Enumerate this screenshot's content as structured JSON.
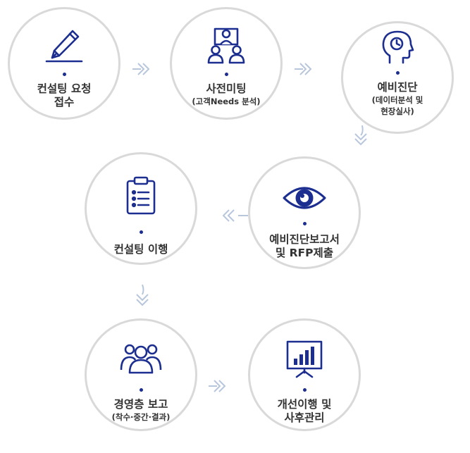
{
  "steps": [
    {
      "line1": "컨설팅 요청",
      "line2": "접수",
      "icon": "pen-nib-icon"
    },
    {
      "line1": "사전미팅",
      "sub": "(고객Needs 분석)",
      "icon": "meeting-people-icon"
    },
    {
      "line1": "예비진단",
      "sub1": "(데이터분석 및",
      "sub2": "현장실사)",
      "icon": "head-clock-icon"
    },
    {
      "line1": "예비진단보고서",
      "line2": "및 RFP제출",
      "icon": "eye-icon"
    },
    {
      "line1": "컨설팅 이행",
      "icon": "clipboard-checklist-icon"
    },
    {
      "line1": "경영층 보고",
      "sub": "(착수·중간·결과)",
      "icon": "group-people-icon"
    },
    {
      "line1": "개선이행 및",
      "line2": "사후관리",
      "icon": "presentation-chart-icon"
    }
  ],
  "colors": {
    "accent": "#1c2e8f",
    "ring": "#d9d9d9",
    "arrow": "#b8c6dc",
    "text": "#333333"
  }
}
